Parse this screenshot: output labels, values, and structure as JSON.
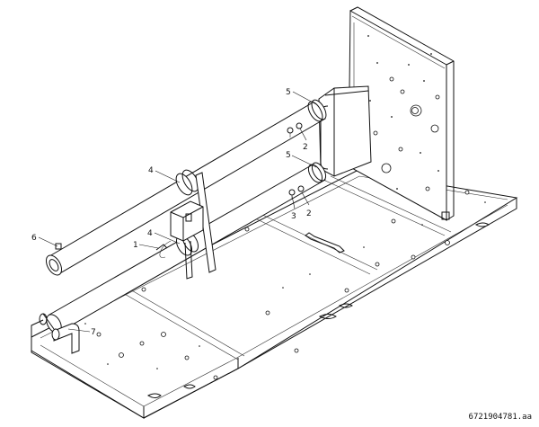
{
  "document_id": "6721904781.aa",
  "callouts": [
    {
      "id": "c5a",
      "label": "5"
    },
    {
      "id": "c2a",
      "label": "2"
    },
    {
      "id": "c5b",
      "label": "5"
    },
    {
      "id": "c4a",
      "label": "4"
    },
    {
      "id": "c3",
      "label": "3"
    },
    {
      "id": "c2b",
      "label": "2"
    },
    {
      "id": "c6",
      "label": "6"
    },
    {
      "id": "c4b",
      "label": "4"
    },
    {
      "id": "c1",
      "label": "1"
    },
    {
      "id": "c7",
      "label": "7"
    }
  ]
}
